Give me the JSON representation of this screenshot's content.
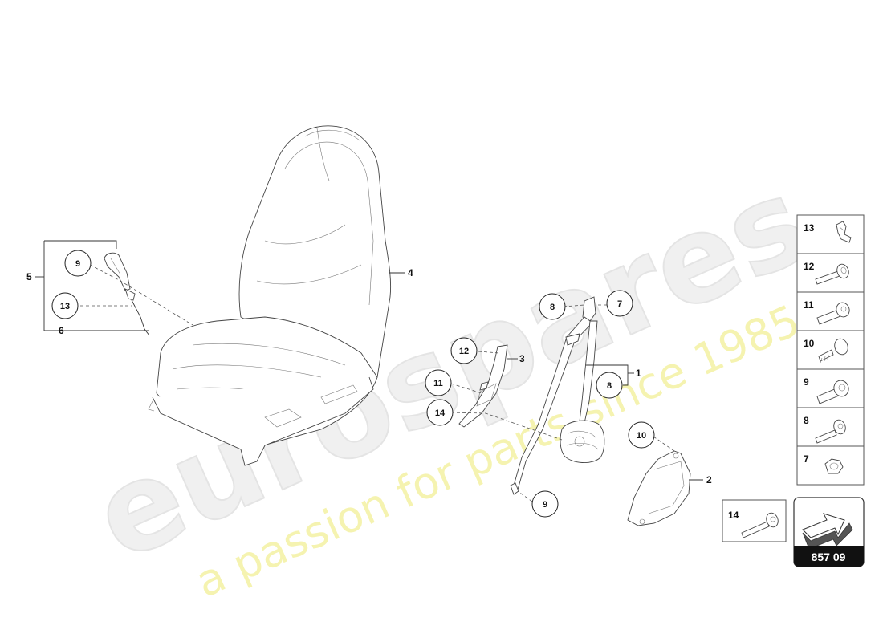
{
  "watermark": {
    "brand": "eurospares",
    "tagline": "a passion for parts since 1985",
    "brand_color": "#ececec",
    "tagline_color": "#f3f2a0"
  },
  "callouts": {
    "c9_left": "9",
    "c13_left": "13",
    "c8_top": "8",
    "c7": "7",
    "c12": "12",
    "c11": "11",
    "c14": "14",
    "c8_right": "8",
    "c10": "10",
    "c9_bottom": "9"
  },
  "refs": {
    "r5": "5",
    "r6": "6",
    "r4": "4",
    "r3": "3",
    "r1": "1",
    "r2": "2"
  },
  "legend": [
    {
      "num": "13",
      "icon": "bracket-clip-icon"
    },
    {
      "num": "12",
      "icon": "shoulder-bolt-icon"
    },
    {
      "num": "11",
      "icon": "round-head-bolt-icon"
    },
    {
      "num": "10",
      "icon": "push-rivet-icon"
    },
    {
      "num": "9",
      "icon": "flange-bolt-icon"
    },
    {
      "num": "8",
      "icon": "hex-bolt-icon"
    },
    {
      "num": "7",
      "icon": "hex-nut-icon"
    }
  ],
  "legend_extra": {
    "num": "14",
    "icon": "long-bolt-icon"
  },
  "diagram_code": "857 09"
}
